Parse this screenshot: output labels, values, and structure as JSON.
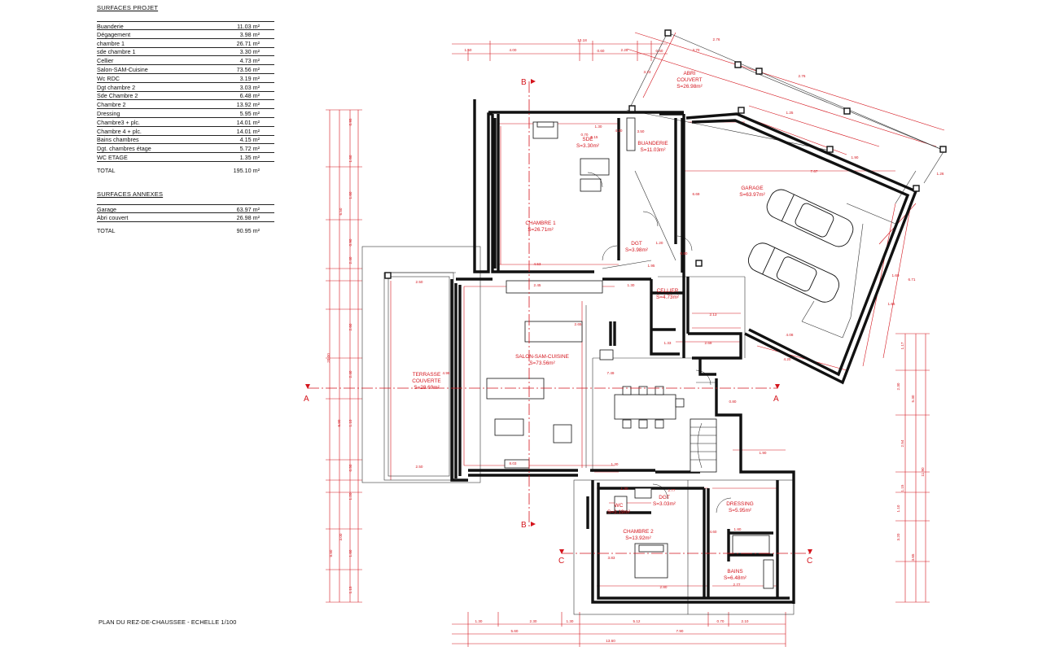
{
  "surfaces_projet": {
    "title": "SURFACES PROJET",
    "rows": [
      {
        "name": "Buanderie",
        "value": "11.03 m²"
      },
      {
        "name": "Dégagement",
        "value": "3.98 m²"
      },
      {
        "name": "chambre 1",
        "value": "26.71 m²"
      },
      {
        "name": "sde chambre 1",
        "value": "3.30 m²"
      },
      {
        "name": "Cellier",
        "value": "4.73 m²"
      },
      {
        "name": "Salon-SAM-Cuisine",
        "value": "73.56 m²"
      },
      {
        "name": "Wc RDC",
        "value": "3.19 m²"
      },
      {
        "name": "Dgt chambre 2",
        "value": "3.03 m²"
      },
      {
        "name": "Sde Chambre 2",
        "value": "6.48 m²"
      },
      {
        "name": "Chambre 2",
        "value": "13.92 m²"
      },
      {
        "name": "Dressing",
        "value": "5.95 m²"
      },
      {
        "name": "Chambre3 + plc.",
        "value": "14.01 m²"
      },
      {
        "name": "Chambre 4 + plc.",
        "value": "14.01 m²"
      },
      {
        "name": "Bains chambres",
        "value": "4.15 m²"
      },
      {
        "name": "Dgt. chambres étage",
        "value": "5.72 m²"
      },
      {
        "name": "WC ETAGE",
        "value": "1.35 m²"
      }
    ],
    "total_label": "TOTAL",
    "total_value": "195.10 m²"
  },
  "surfaces_annexes": {
    "title": "SURFACES ANNEXES",
    "rows": [
      {
        "name": "Garage",
        "value": "63.97 m²"
      },
      {
        "name": "Abri couvert",
        "value": "26.98 m²"
      }
    ],
    "total_label": "TOTAL",
    "total_value": "90.95 m²"
  },
  "caption": "PLAN DU REZ-DE-CHAUSSEE - ECHELLE 1/100",
  "rooms": [
    {
      "id": "sde",
      "name": "SDE",
      "area": "S=3.30m²"
    },
    {
      "id": "buanderie",
      "name": "BUANDERIE",
      "area": "S=11.03m²"
    },
    {
      "id": "abri",
      "name": "ABRI",
      "name2": "COUVERT",
      "area": "S=26.98m²"
    },
    {
      "id": "garage",
      "name": "GARAGE",
      "area": "S=63.97m²"
    },
    {
      "id": "chambre1",
      "name": "CHAMBRE 1",
      "area": "S=26.71m²"
    },
    {
      "id": "dgt1",
      "name": "DGT",
      "area": "S=3.98m²"
    },
    {
      "id": "cellier",
      "name": "CELLIER",
      "area": "S=4.73m²"
    },
    {
      "id": "salon",
      "name": "SALON-SAM-CUISINE",
      "area": "S=73.56m²"
    },
    {
      "id": "terrasse",
      "name": "TERRASSE",
      "name2": "COUVERTE",
      "area": "S=28.69m²"
    },
    {
      "id": "wc",
      "name": "WC",
      "area": "S=3.19m²"
    },
    {
      "id": "dgt2",
      "name": "DGT",
      "area": "S=3.03m²"
    },
    {
      "id": "dressing",
      "name": "DRESSING",
      "area": "S=5.95m²"
    },
    {
      "id": "chambre2",
      "name": "CHAMBRE 2",
      "area": "S=13.92m²"
    },
    {
      "id": "bains",
      "name": "BAINS",
      "area": "S=6.48m²"
    }
  ],
  "section_marks": {
    "a": "A",
    "b": "B",
    "c": "C"
  },
  "dimensions": {
    "top_row": [
      "1.50",
      "10.18",
      "4.00",
      "0.60",
      "2.25",
      "0.60",
      "3.70"
    ],
    "bottom_row": [
      "1.30",
      "2.30",
      "1.30",
      "5.12",
      "0.70",
      "2.10",
      "7.90",
      "5.60",
      "13.60"
    ],
    "left_col": [
      "0.95",
      "1.60",
      "1.60",
      "0.90",
      "2.40",
      "2.60",
      "2.40",
      "1.10",
      "0.50",
      "1.20",
      "3.00",
      "1.60",
      "1.15",
      "20.00",
      "6.50",
      "6.90",
      "8.80"
    ],
    "right_col": [
      "1.17",
      "2.30",
      "5.30",
      "2.54",
      "1.15",
      "1.10",
      "3.20",
      "3.65",
      "11.90"
    ],
    "interior": [
      "4.20",
      "1.30",
      "0.70",
      "5.15",
      "3.50",
      "4.53",
      "1.30",
      "2.45",
      "1.20",
      "1.95",
      "2.50",
      "6.69",
      "7.49",
      "0.80",
      "1.33",
      "2.13",
      "2.69",
      "0.80",
      "1.90",
      "4.98",
      "8.03",
      "2.50",
      "2.65",
      "1.30",
      "2.77",
      "1.80",
      "2.77",
      "1.30",
      "4.60",
      "3.83",
      "2.80",
      "7.67",
      "4.08",
      "1.60",
      "4.20",
      "6.71",
      "1.25",
      "1.90",
      "2.76",
      "2.76",
      "1.66",
      "1.26",
      "3.23"
    ]
  },
  "colors": {
    "wall": "#111111",
    "dim": "#d4141c",
    "line": "#333333"
  }
}
